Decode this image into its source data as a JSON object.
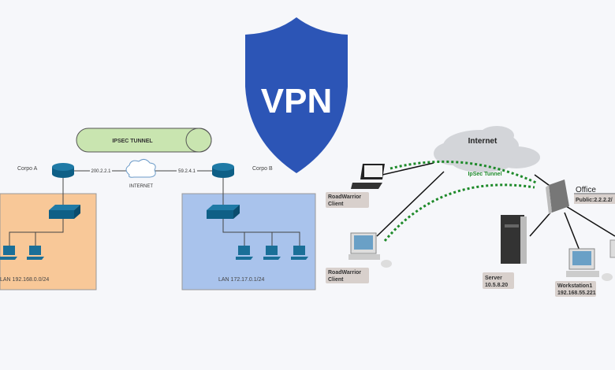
{
  "logo": {
    "text": "VPN",
    "color": "#2c55b6"
  },
  "left_diagram": {
    "tunnel_label": "IPSEC TUNNEL",
    "site_a": {
      "name": "Corpo A",
      "wan_ip": "200.2.2.1",
      "lan": "LAN 192.168.0.0/24",
      "color": "#f8c898"
    },
    "site_b": {
      "name": "Corpo B",
      "wan_ip": "59.2.4.1",
      "lan": "LAN 172.17.0.1/24",
      "color": "#a9c3ec"
    },
    "internet_label": "INTERNET"
  },
  "right_diagram": {
    "internet_label": "Internet",
    "tunnel_label": "IpSec Tunnel",
    "tunnel_color": "#1e8a2a",
    "client1": {
      "line1": "RoadWarrior",
      "line2": "Client"
    },
    "client2": {
      "line1": "RoadWarrior",
      "line2": "Client"
    },
    "office": {
      "name": "Office",
      "public": "Public:2.2.2.2/"
    },
    "server": {
      "name": "Server",
      "ip": "10.5.8.20"
    },
    "workstation": {
      "name": "Workstation1",
      "ip": "192.168.55.221"
    }
  }
}
